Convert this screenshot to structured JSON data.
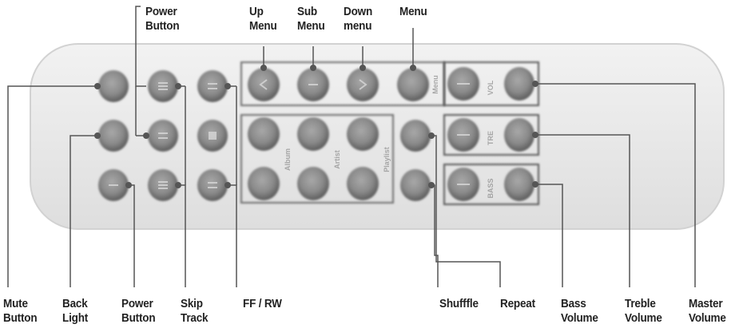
{
  "labels": {
    "power_button_top": "Power\nButton",
    "up_menu": "Up\nMenu",
    "sub_menu": "Sub\nMenu",
    "down_menu": "Down\nmenu",
    "menu": "Menu",
    "mute_button": "Mute\nButton",
    "back_light": "Back\nLight",
    "power_button_bottom": "Power\nButton",
    "skip_track": "Skip\nTrack",
    "ff_rw": "FF / RW",
    "shuffle": "Shufffle",
    "repeat": "Repeat",
    "bass_volume": "Bass\nVolume",
    "treble_volume": "Treble\nVolume",
    "master_volume": "Master\nVolume"
  },
  "remote_panel_text": {
    "vol": "VOL",
    "treble": "TRE",
    "bass": "BASS",
    "album": "Album",
    "artist": "Artist",
    "playlist": "Playlist",
    "menu_tag": "Menu"
  },
  "colors": {
    "remote_body": "#e9e9e9",
    "remote_edge": "#cfcfcf",
    "button_fill": "#8c8c8c",
    "button_shade": "#5e5e5e",
    "leader_line": "#555555",
    "label_text": "#222222"
  }
}
